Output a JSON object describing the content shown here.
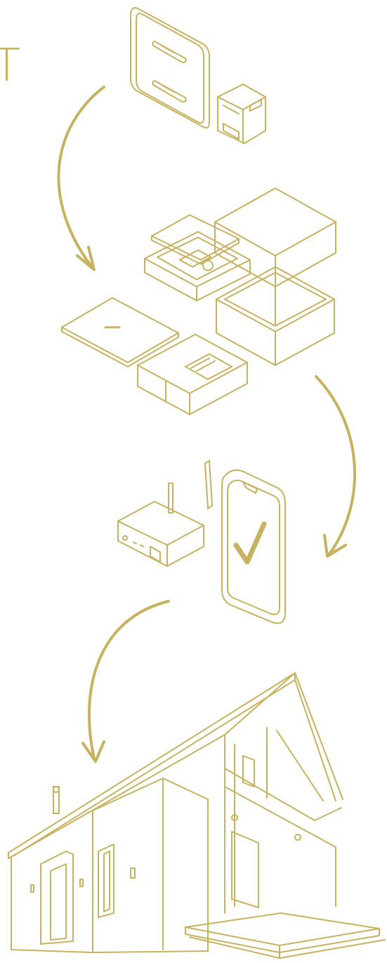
{
  "colors": {
    "line": "#c6b260",
    "background": "#ffffff"
  },
  "edge_text": "T",
  "steps": [
    {
      "name": "wall-sensor-and-module"
    },
    {
      "name": "packaging-unboxed"
    },
    {
      "name": "gateway-and-smartphone-confirmation"
    },
    {
      "name": "installed-house"
    }
  ]
}
